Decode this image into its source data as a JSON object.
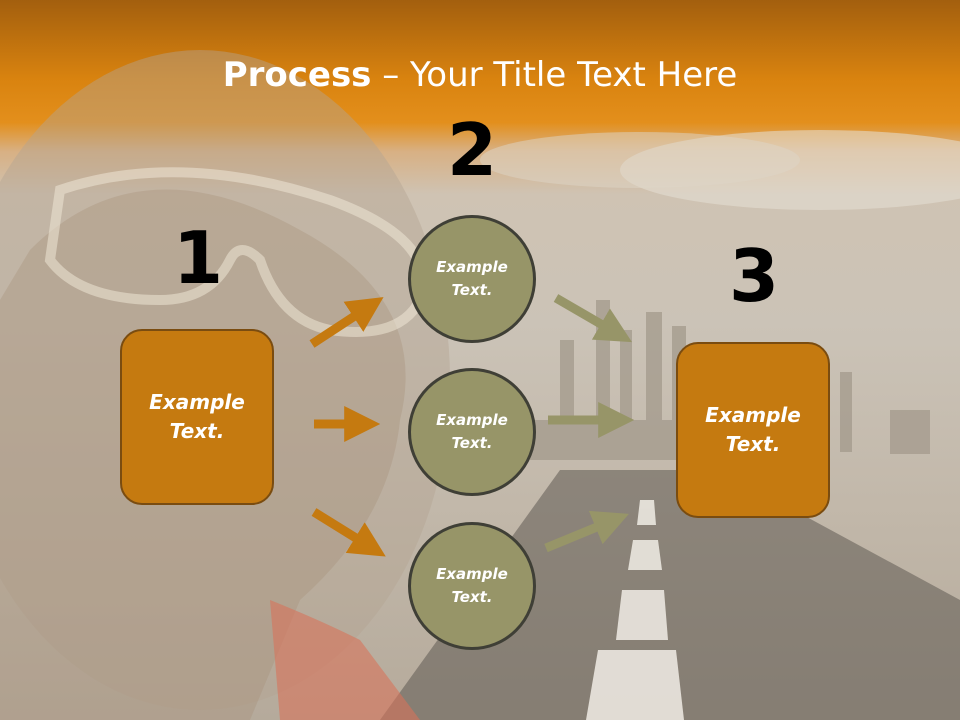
{
  "title": {
    "bold": "Process",
    "rest": " – Your Title Text Here"
  },
  "steps": {
    "n1": "1",
    "n2": "2",
    "n3": "3"
  },
  "left_box": {
    "text": "Example Text."
  },
  "circles": [
    {
      "text": "Example Text."
    },
    {
      "text": "Example Text."
    },
    {
      "text": "Example Text."
    }
  ],
  "right_box": {
    "text": "Example Text."
  },
  "colors": {
    "orange": "#c57a10",
    "olive": "#979568",
    "header": "#d9830f"
  }
}
